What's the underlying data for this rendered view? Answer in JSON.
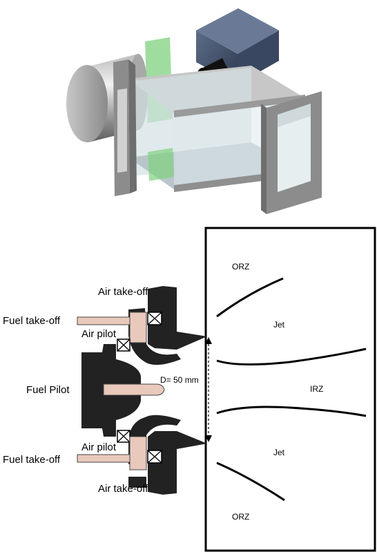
{
  "labels": {
    "air_takeoff_top": "Air take-off",
    "fuel_takeoff_top": "Fuel take-off",
    "air_pilot_top": "Air pilot",
    "fuel_pilot": "Fuel Pilot",
    "air_pilot_bottom": "Air pilot",
    "fuel_takeoff_bottom": "Fuel take-off",
    "air_takeoff_bottom": "Air take-off",
    "diameter": "D= 50 mm",
    "orz_top": "ORZ",
    "jet_top": "Jet",
    "irz": "IRZ",
    "jet_bottom": "Jet",
    "orz_bottom": "ORZ"
  },
  "colors": {
    "camera_body": "#4a5a74",
    "laser_sheet": "#7fd17f",
    "frame": "#8c8c8c",
    "fuel_line": "#e9c9bb",
    "burner_body": "#222222"
  }
}
